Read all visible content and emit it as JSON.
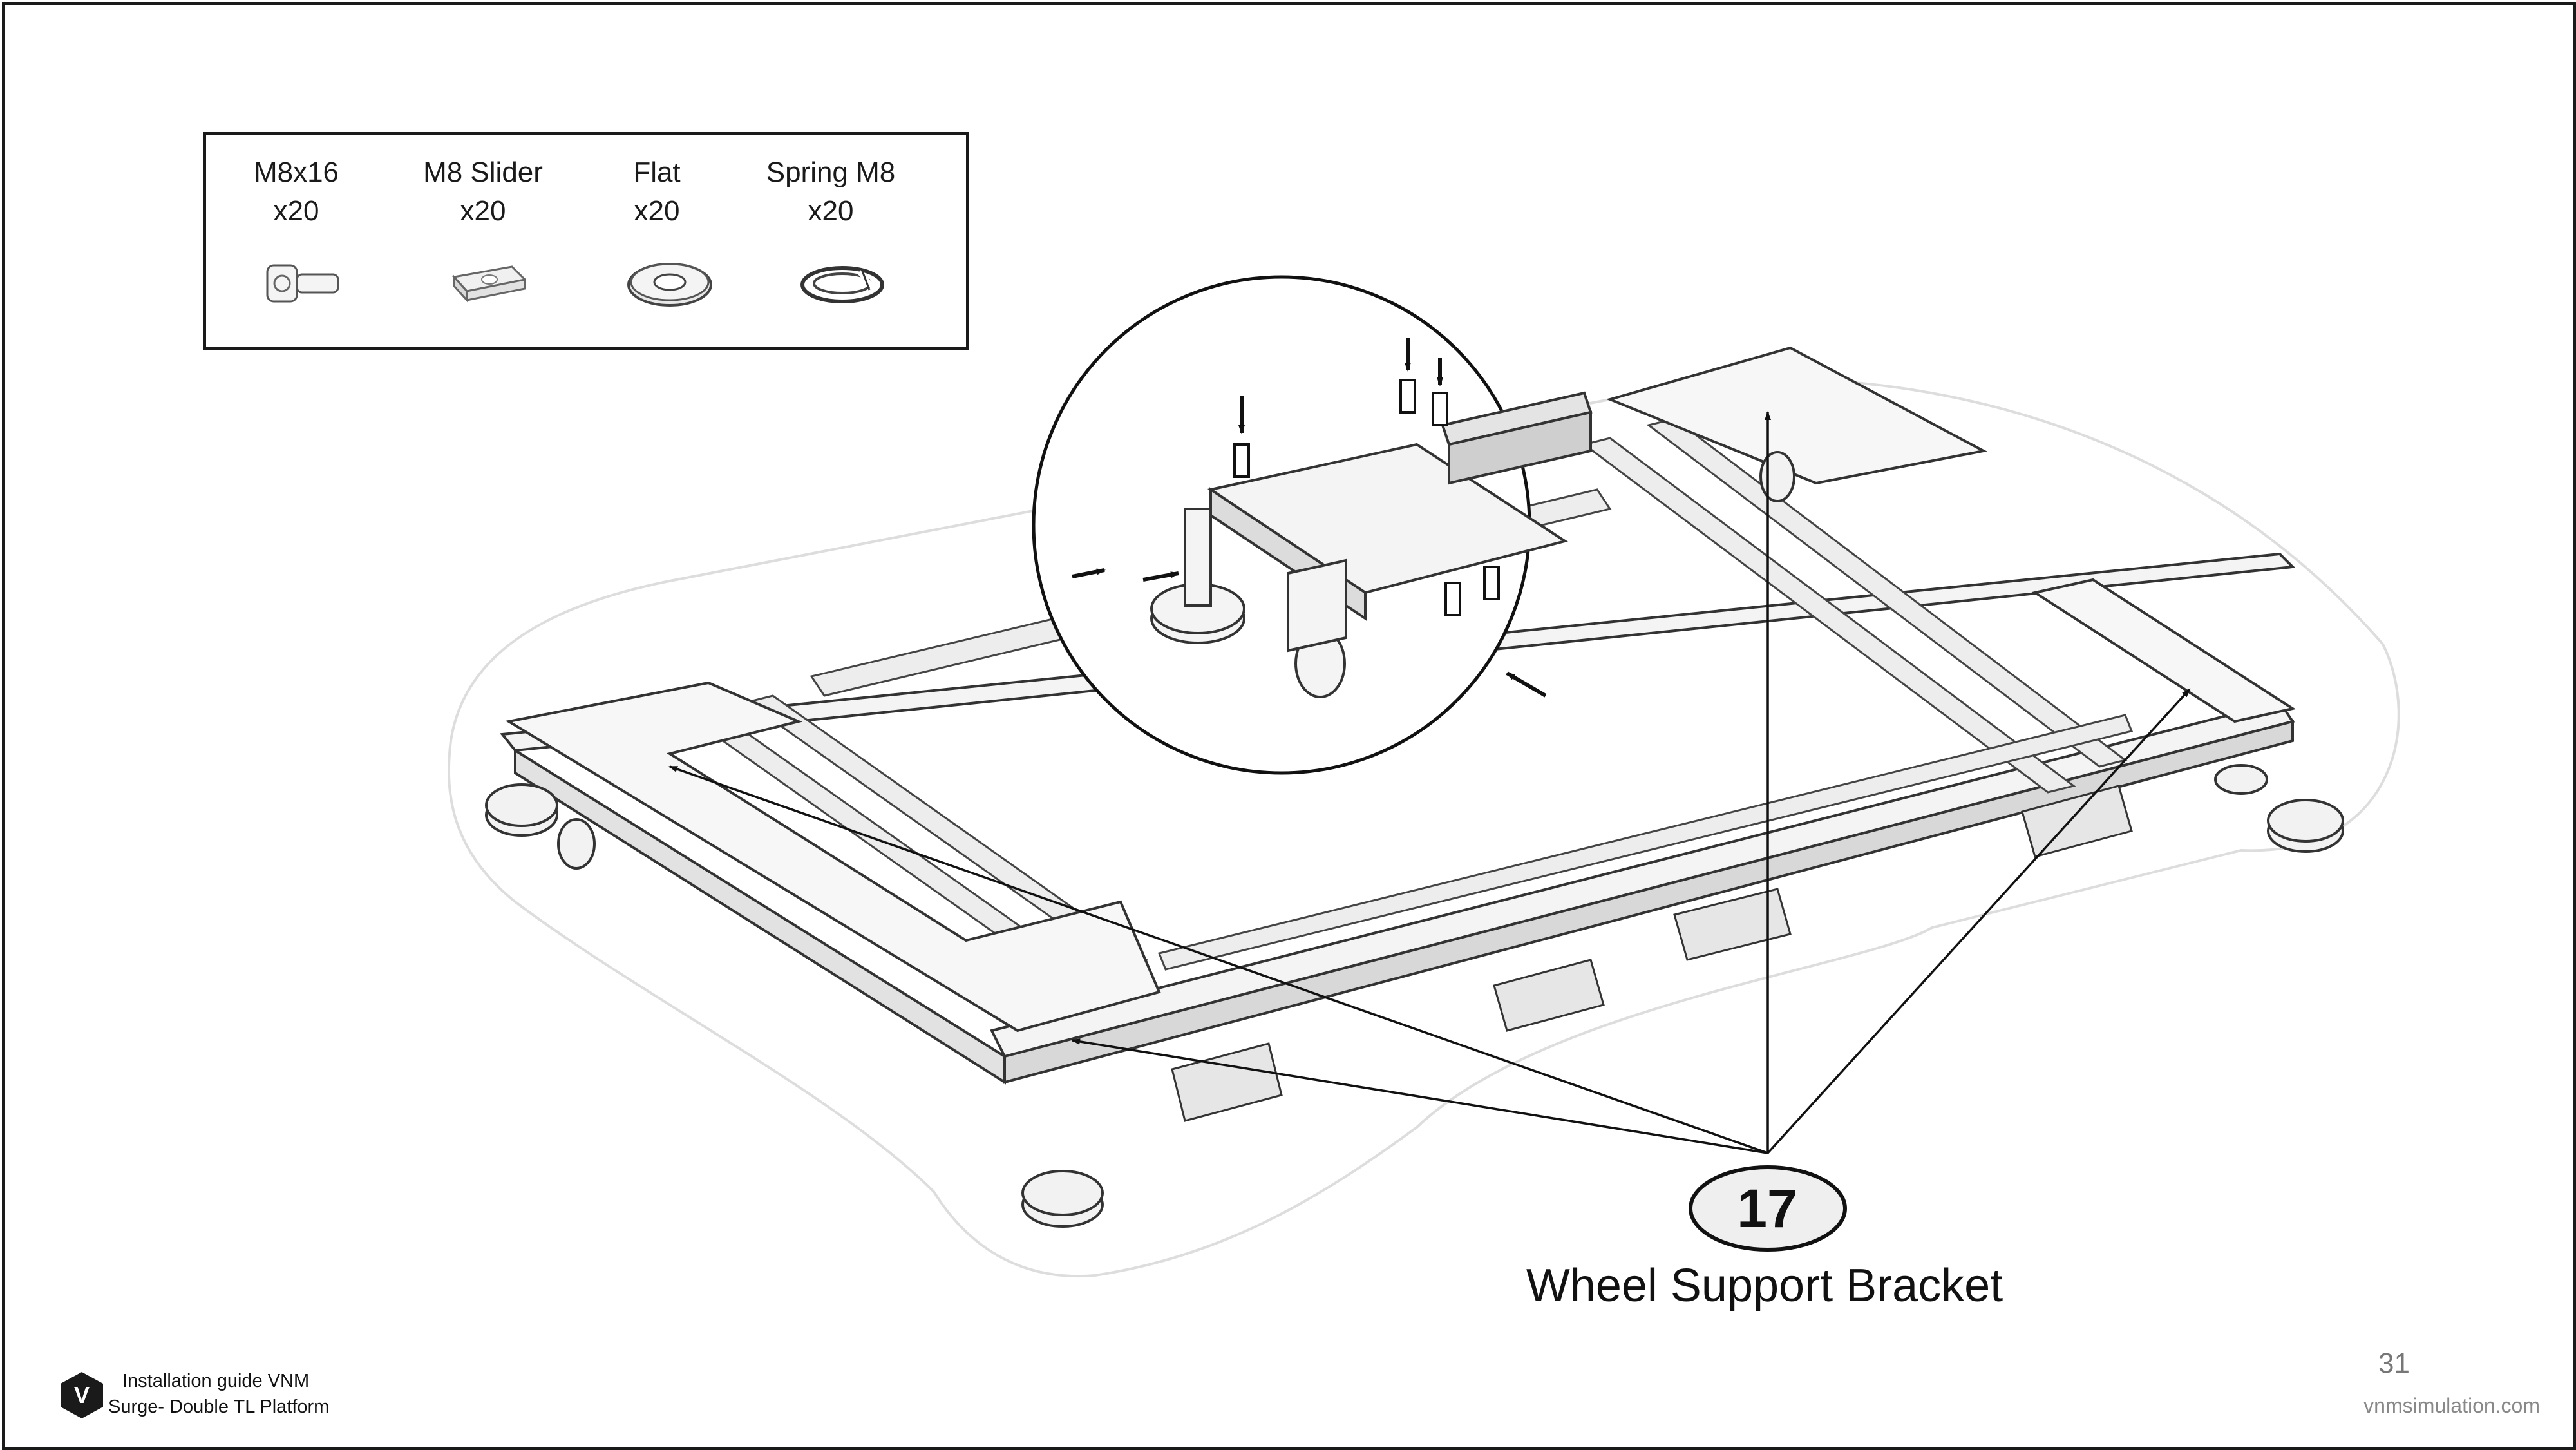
{
  "parts": [
    {
      "name": "M8x16",
      "qty": "x20",
      "icon": "bolt-icon"
    },
    {
      "name": "M8 Slider",
      "qty": "x20",
      "icon": "slider-nut-icon"
    },
    {
      "name": "Flat",
      "qty": "x20",
      "icon": "flat-washer-icon"
    },
    {
      "name": "Spring M8",
      "qty": "x20",
      "icon": "spring-washer-icon"
    }
  ],
  "callout": {
    "number": "17",
    "label": "Wheel Support Bracket"
  },
  "footer": {
    "title_line1": "Installation guide VNM",
    "title_line2": "Surge- Double TL Platform",
    "page_number": "31",
    "website": "vnmsimulation.com",
    "logo_letter": "V"
  }
}
